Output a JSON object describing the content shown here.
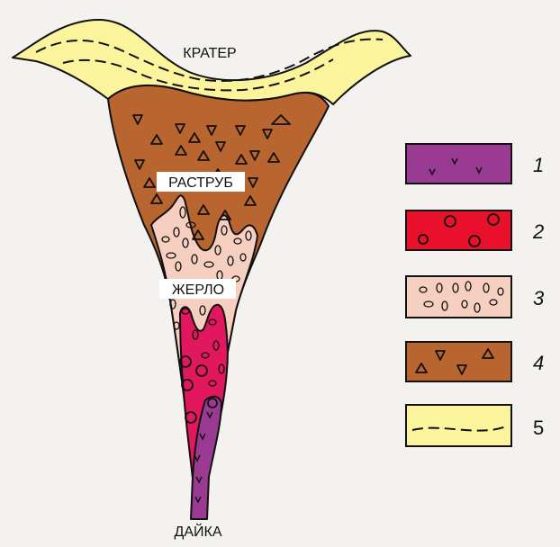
{
  "labels": {
    "crater": "КРАТЕР",
    "funnel": "РАСТРУБ",
    "vent": "ЖЕРЛО",
    "dike": "ДАЙКА"
  },
  "legend": [
    {
      "number": "1",
      "fill": "#9b3a93",
      "pattern": "v-marks"
    },
    {
      "number": "2",
      "fill": "#e8102a",
      "pattern": "circles"
    },
    {
      "number": "3",
      "fill": "#f6cfc0",
      "pattern": "small-ovals"
    },
    {
      "number": "4",
      "fill": "#b8652f",
      "pattern": "triangles"
    },
    {
      "number": "5",
      "fill": "#fbf49c",
      "pattern": "dashed-line"
    }
  ],
  "colors": {
    "crater_fill": "#fbf49c",
    "funnel_fill": "#b8652f",
    "vent_fill": "#f6cfc0",
    "red_fill": "#e8102a",
    "crimson_fill": "#e2185e",
    "dike_fill": "#9b3a93"
  }
}
